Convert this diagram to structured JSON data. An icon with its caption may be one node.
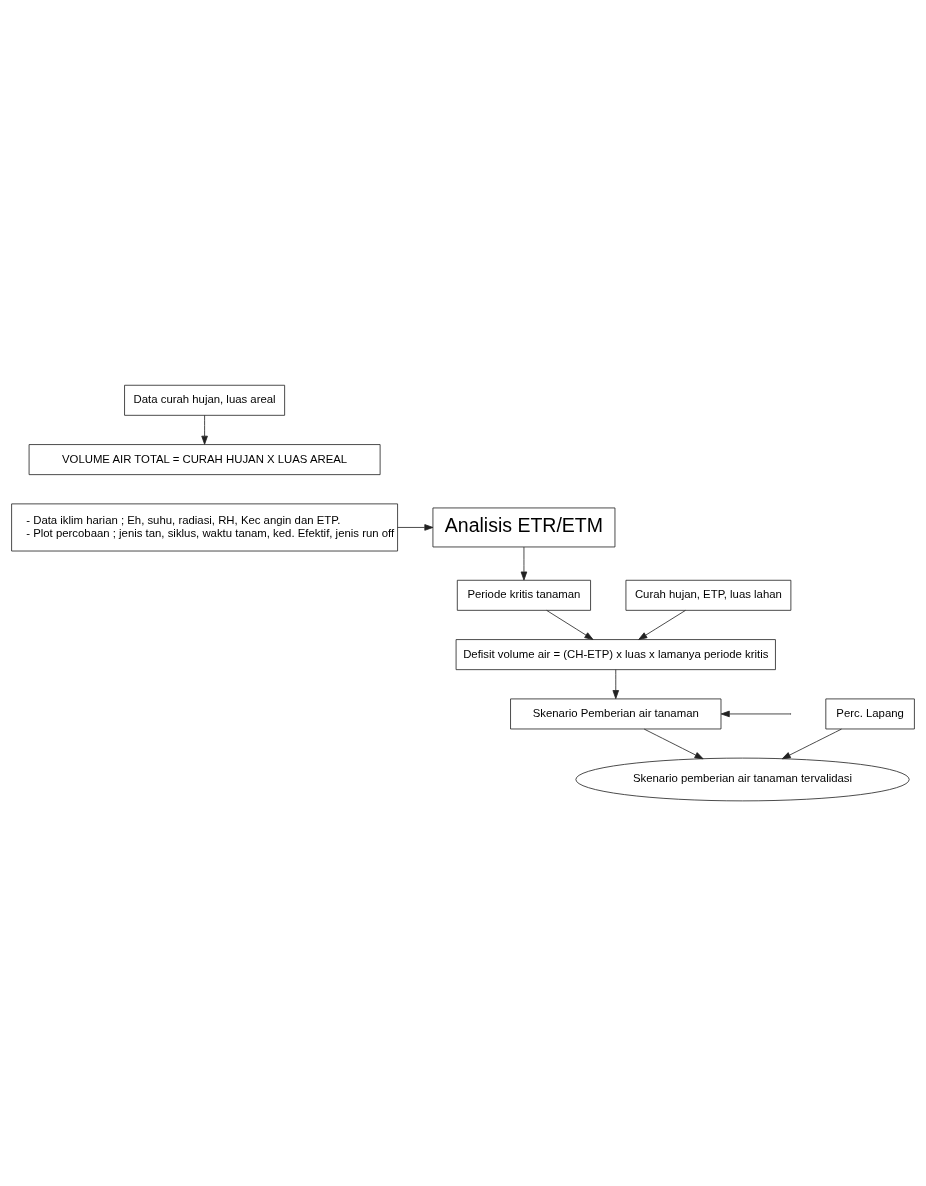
{
  "diagram": {
    "nodes": [
      {
        "text": [
          "Data curah hujan, luas areal"
        ]
      },
      {
        "text": [
          "VOLUME AIR TOTAL = CURAH HUJAN X LUAS AREAL"
        ]
      },
      {
        "text": [
          "- Data iklim harian ; Eh, suhu, radiasi, RH, Kec angin dan ETP.",
          "- Plot percobaan ; jenis tan, siklus, waktu tanam, ked. Efektif, jenis run off"
        ]
      },
      {
        "text": [
          "Analisis ETR/ETM"
        ]
      },
      {
        "text": [
          "Curah hujan, ETP, luas lahan"
        ]
      },
      {
        "text": [
          "Periode kritis tanaman"
        ]
      },
      {
        "text": [
          "Defisit volume air = (CH-ETP) x luas x lamanya periode kritis"
        ]
      },
      {
        "text": [
          "Skenario Pemberian air tanaman"
        ]
      },
      {
        "text": [
          "Perc. Lapang"
        ]
      },
      {
        "text": [
          "Skenario pemberian air tanaman tervalidasi"
        ]
      }
    ],
    "edges": [
      {
        "from": 0,
        "to": 1,
        "arrow": "to"
      },
      {
        "from": 2,
        "to": 3,
        "arrow": "to"
      },
      {
        "from": 3,
        "to": 5,
        "arrow": "to"
      },
      {
        "from": 4,
        "to": 6,
        "arrow": "to"
      },
      {
        "from": 5,
        "to": 6,
        "arrow": "to"
      },
      {
        "from": 6,
        "to": 7,
        "arrow": "to"
      },
      {
        "from": null,
        "to": 7,
        "arrow": "to"
      },
      {
        "from": 7,
        "to": 9,
        "arrow": "to"
      },
      {
        "from": 8,
        "to": 9,
        "arrow": "to"
      }
    ]
  }
}
